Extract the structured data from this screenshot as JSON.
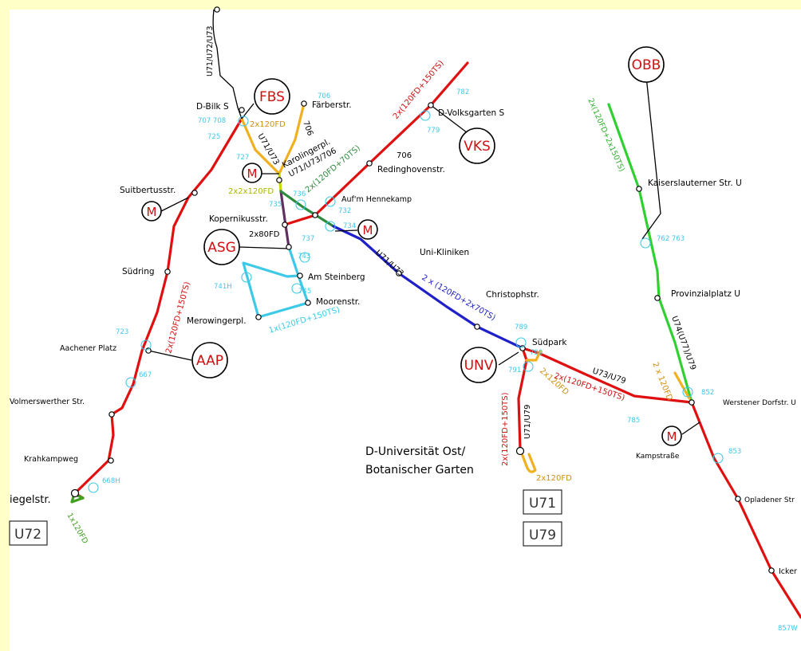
{
  "colors": {
    "background_frame": "#ffffc8",
    "red": "#e01010",
    "blue": "#2020c8",
    "cyan": "#3ec9e8",
    "orange": "#f0b020",
    "green": "#30d030",
    "dark_green": "#2e8b3e",
    "purple": "#603060",
    "lime": "#c8d800",
    "olive_green": "#40a020"
  },
  "depots": [
    {
      "id": "fbs",
      "label": "FBS"
    },
    {
      "id": "vks",
      "label": "VKS"
    },
    {
      "id": "obb",
      "label": "OBB"
    },
    {
      "id": "asg",
      "label": "ASG"
    },
    {
      "id": "aap",
      "label": "AAP"
    },
    {
      "id": "unv",
      "label": "UNV"
    }
  ],
  "markers": {
    "m_label": "M"
  },
  "stations": {
    "d_bilk": "D-Bilk S",
    "faerberstr": "Färberstr.",
    "volksgarten": "D-Volksgarten S",
    "redinghoven": "Redinghovenstr.",
    "karolingerpl": "Karolingerpl.",
    "suitbertus": "Suitbertusstr.",
    "aufm_hennekamp": "Auf'm Hennekamp",
    "kopernikus": "Kopernikusstr.",
    "uni_kliniken": "Uni-Kliniken",
    "suedring": "Südring",
    "am_steinberg": "Am Steinberg",
    "moorenstr": "Moorenstr.",
    "merowingerpl": "Merowingerpl.",
    "christophstr": "Christophstr.",
    "aachener_platz": "Aachener Platz",
    "suedpark": "Südpark",
    "volmerswerther": "Volmerswerther Str.",
    "krahkampweg": "Krahkampweg",
    "ziegelstr": "iegelstr.",
    "kaiserslauterner": "Kaiserslauterner Str. U",
    "provinzialplatz": "Provinzialplatz U",
    "werstener_dorfstr": "Werstener Dorfstr. U",
    "kampstrasse": "Kampstraße",
    "opladener": "Opladener Str",
    "icker": "Icker",
    "uni_ost_1": "D-Universität Ost/",
    "uni_ost_2": "Botanischer Garten"
  },
  "route_labels": {
    "top_u": "U71/U72/U73",
    "fbs_2x120": "2x120FD",
    "n706_a": "706",
    "n706_b": "706",
    "u71_u73_a": "U71/U73",
    "u71_u73_706": "U71/U73/706",
    "two2x120": "2x2x120FD",
    "vks_cap": "2x(120FD+150TS)",
    "kar_cap": "2x(120FD+70TS)",
    "x80": "2x80FD",
    "u71_u73_b": "U71/U73",
    "blue_cap": "2 x (120FD+2x70TS)",
    "cyan_cap": "1x(120FD+150TS)",
    "west_cap": "2x(120FD+150TS)",
    "unv_cap": "2x(120FD+150TS)",
    "u71_u79": "U71/U79",
    "suedpark_2x120": "2x120FD",
    "u73_u79": "U73/U79",
    "east_cap": "2x(120FD+150TS)",
    "obb_cap": "2x(120FD+2x150TS)",
    "u74": "U74(U77)/U79",
    "two_x120": "2 x 120FD",
    "loop_2x120": "2x120FD",
    "ziegel_1x120": "1x120FD"
  },
  "km_numbers": {
    "n706": "706",
    "n782": "782",
    "n707": "707 708",
    "n779": "779",
    "n725": "725",
    "n727": "727",
    "n735": "735",
    "n736": "736",
    "n732": "732",
    "n734": "734",
    "n737": "737",
    "n743": "743",
    "n741": "741H",
    "n745": "745",
    "n723": "723",
    "n667": "667",
    "n668": "668H",
    "n789": "789",
    "n790": "790",
    "n791": "791",
    "n762": "762 763",
    "n852": "852",
    "n785": "785",
    "n853": "853",
    "n857": "857W"
  },
  "line_boxes": [
    "U72",
    "U71",
    "U79"
  ]
}
